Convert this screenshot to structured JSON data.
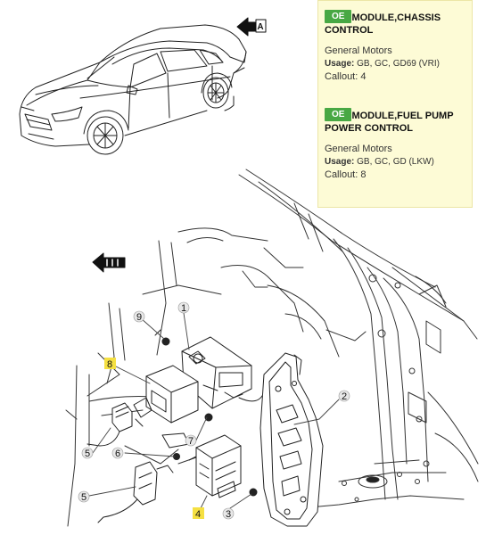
{
  "parts": [
    {
      "badge": "OE",
      "title_line1": "MODULE,CHASSIS",
      "title_line2": "CONTROL",
      "manufacturer": "General Motors",
      "usage_label": "Usage:",
      "usage_value": "GB, GC, GD69 (VRI)",
      "callout": "Callout: 4"
    },
    {
      "badge": "OE",
      "title_line1": "MODULE,FUEL PUMP",
      "title_line2": "POWER CONTROL",
      "manufacturer": "General Motors",
      "usage_label": "Usage:",
      "usage_value": "GB, GC, GD (LKW)",
      "callout": "Callout: 8"
    }
  ],
  "view_arrow_label": "A",
  "callouts": {
    "c1": "1",
    "c2": "2",
    "c3": "3",
    "c4": "4",
    "c5a": "5",
    "c5b": "5",
    "c6": "6",
    "c7": "7",
    "c8": "8",
    "c9": "9"
  },
  "colors": {
    "panel_bg": "#fdfbd6",
    "badge_green": "#48a844",
    "highlight": "#f5e042"
  }
}
